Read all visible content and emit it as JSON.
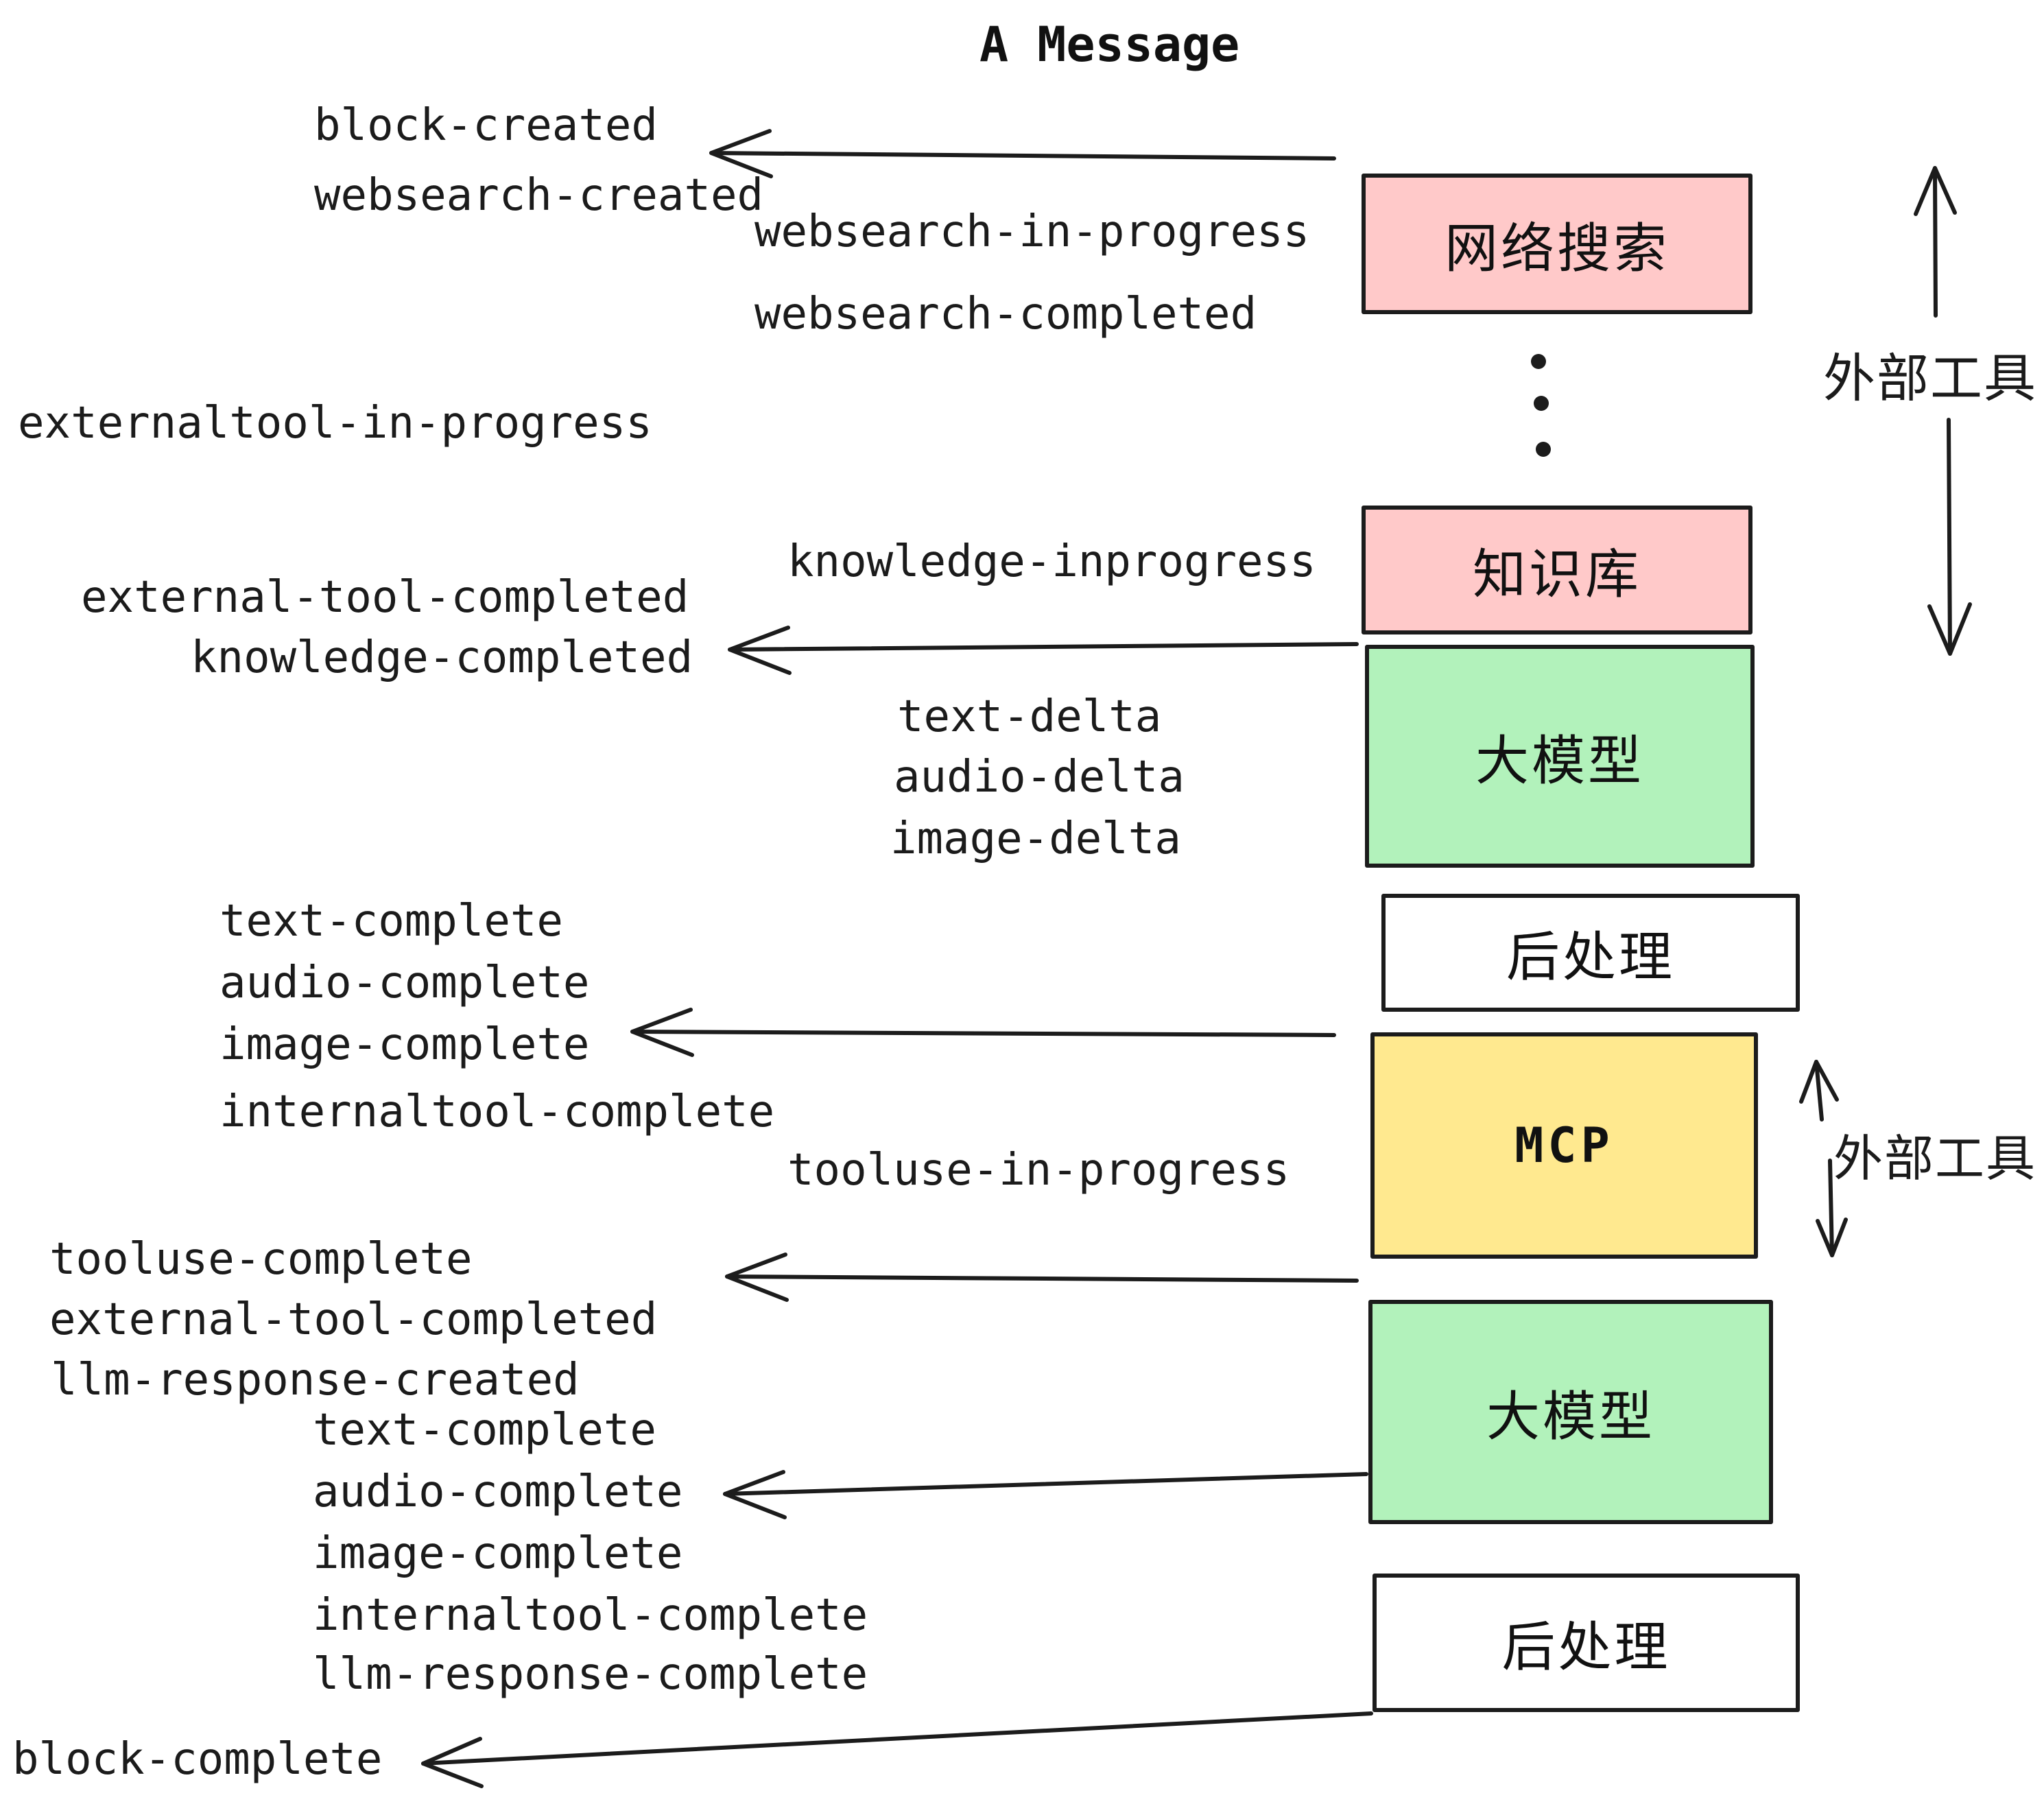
{
  "title": "A Message",
  "events": [
    "block-created",
    "websearch-created",
    "websearch-in-progress",
    "websearch-completed",
    "externaltool-in-progress",
    "knowledge-inprogress",
    "external-tool-completed",
    "knowledge-completed",
    "text-delta",
    "audio-delta",
    "image-delta",
    "text-complete",
    "audio-complete",
    "image-complete",
    "internaltool-complete",
    "tooluse-in-progress",
    "tooluse-complete",
    "external-tool-completed",
    "llm-response-created",
    "text-complete",
    "audio-complete",
    "image-complete",
    "internaltool-complete",
    "llm-response-complete",
    "block-complete"
  ],
  "boxes": [
    {
      "label": "网络搜索",
      "color": "#ffc9c9"
    },
    {
      "label": "知识库",
      "color": "#ffc9c9"
    },
    {
      "label": "大模型",
      "color": "#b2f2bb"
    },
    {
      "label": "后处理",
      "color": "#ffffff"
    },
    {
      "label": "MCP",
      "color": "#ffe98f"
    },
    {
      "label": "大模型",
      "color": "#b2f2bb"
    },
    {
      "label": "后处理",
      "color": "#ffffff"
    }
  ],
  "side_labels": [
    "外部工具",
    "外部工具"
  ],
  "icons": {
    "vertical_ellipsis": "vertical-dots-icon",
    "arrow_left": "left-arrow-icon",
    "arrow_up": "up-arrow-icon",
    "arrow_down": "down-arrow-icon"
  },
  "colors": {
    "ink": "#1c1c1c",
    "pink": "#ffc9c9",
    "green": "#b2f2bb",
    "yellow": "#ffe98f",
    "white": "#ffffff",
    "background": "#ffffff"
  }
}
